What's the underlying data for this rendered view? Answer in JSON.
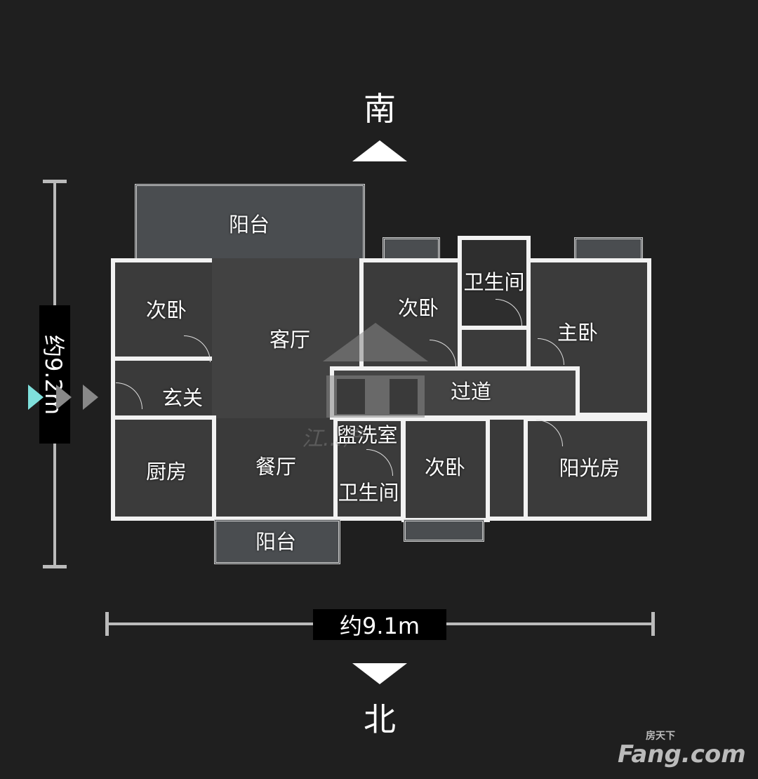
{
  "compass": {
    "south": "南",
    "north": "北"
  },
  "dimensions": {
    "height": "约9.2m",
    "width": "约9.1m"
  },
  "rooms": {
    "balcony_south": "阳台",
    "bedroom_west": "次卧",
    "living_room": "客厅",
    "bedroom_middle": "次卧",
    "bathroom_north": "卫生间",
    "master_bedroom": "主卧",
    "entrance": "玄关",
    "hallway": "过道",
    "kitchen": "厨房",
    "dining_room": "餐厅",
    "washroom": "盥洗室",
    "bathroom_south": "卫生间",
    "bedroom_south": "次卧",
    "sunroom": "阳光房",
    "balcony_north": "阳台"
  },
  "watermark": {
    "brand": "Fang.com",
    "brand_cn": "房天下",
    "agency": "江...产"
  },
  "colors": {
    "background": "#1f1f1f",
    "wall": "#f2f2f2",
    "entry_arrow": "#7fe0dc"
  }
}
